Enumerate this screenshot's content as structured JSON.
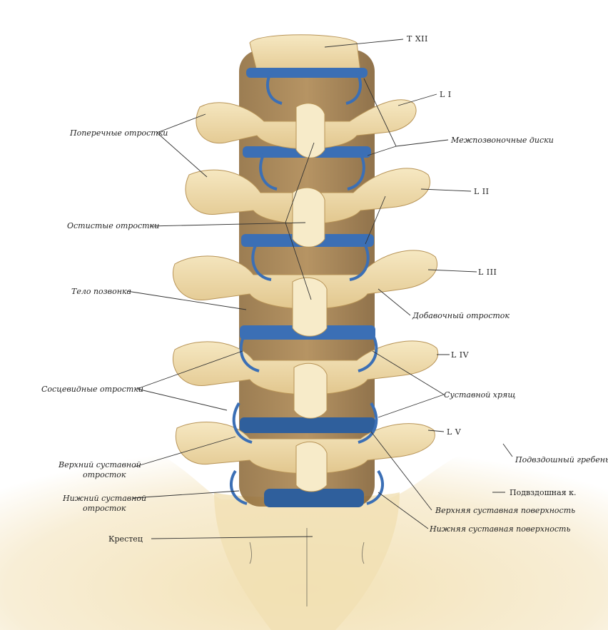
{
  "labels": {
    "txii": "T XII",
    "li": "L I",
    "lii": "L II",
    "liii": "L III",
    "liv": "L IV",
    "lv": "L V",
    "transverse": "Поперечные отростки",
    "discs": "Межпозвоночные диски",
    "spinous": "Остистые отростки",
    "body": "Тело позвонка",
    "accessory": "Добавочный отросток",
    "mammillary": "Сосцевидные отростки",
    "joint_cartilage": "Суставной хрящ",
    "iliac_crest": "Подвздошный гребень",
    "sup_process_1": "Верхний суставной",
    "sup_process_2": "отросток",
    "inf_process_1": "Нижний суставной",
    "inf_process_2": "отросток",
    "ilium": "Подвздошная к.",
    "sup_surface": "Верхняя суставная поверхность",
    "inf_surface": "Нижняя суставная поверхность",
    "sacrum": "Крестец"
  },
  "colors": {
    "bone": "#f0dfb0",
    "bone_shade": "#c9a86a",
    "cartilage": "#3b6fb5",
    "gap": "#6b4a24",
    "pelvis": "#f6ebd0"
  }
}
